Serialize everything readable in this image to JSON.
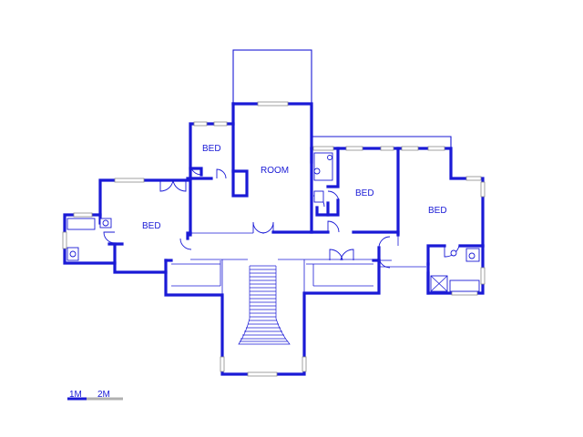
{
  "rooms": {
    "room_label": "ROOM",
    "bed_upper_left": "BED",
    "bed_left": "BED",
    "bed_center_right": "BED",
    "bed_right": "BED"
  },
  "scale_bar": {
    "label_1": "1M",
    "label_2": "2M"
  },
  "colors": {
    "walls": "#1a1ad6",
    "windows": "#8a8a8a",
    "scale_secondary": "#b0b0b0",
    "background": "#ffffff"
  }
}
